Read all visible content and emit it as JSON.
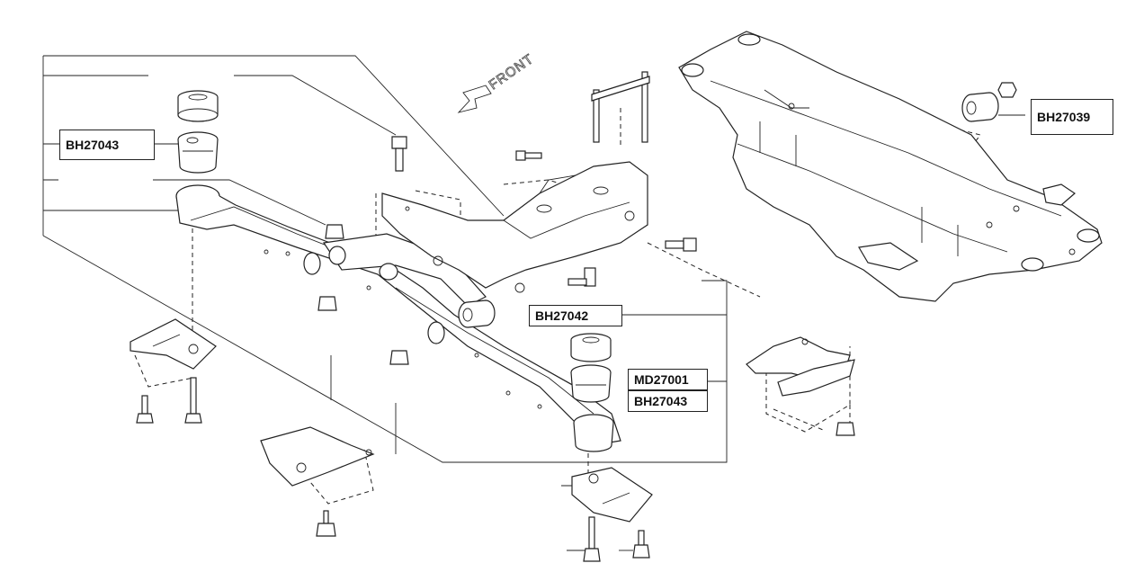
{
  "diagram": {
    "direction_label": "FRONT",
    "part_labels": {
      "bushing_upper_left": "BH27043",
      "bushing_center": "BH27042",
      "mount_center_upper": "MD27001",
      "bushing_center_lower": "BH27043",
      "bushing_right": "BH27039"
    }
  }
}
